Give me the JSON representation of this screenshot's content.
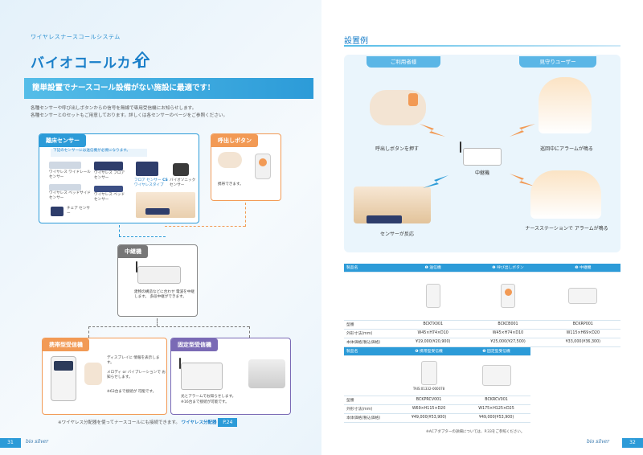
{
  "left": {
    "series": "ワイヤレスナースコールシステム",
    "title": "バイオコールカイ",
    "banner": "簡単設置でナースコール設備がない施設に最適です!",
    "desc1": "各種センサーや呼び出しボタンからの信号を無線で専用受信機にお知らせします。",
    "desc2": "各種センサーとのセットもご用意しております。詳しくは各センサーのページをご参照ください。",
    "sensor": {
      "header": "離床センサー",
      "note": "下記のセンサーには送信機が必要になります。",
      "items": [
        "ワイヤレス ワイドレールセンサー",
        "ワイヤレス フロアセンサー",
        "ワイヤレス ベッドサイドセンサー",
        "ワイヤレス ベッドセンサー",
        "チェア センサー"
      ],
      "floor_label": "フロア センサー",
      "floor_cs": "CS",
      "floor_sub": "ワイヤレスタイプ",
      "bio_label": "バイオソニック センサー"
    },
    "button": {
      "header": "呼出しボタン",
      "caption": "携帯できます。"
    },
    "relay": {
      "header": "中継機",
      "caption": "建物の構造などに合わせ 電波を中継します。 多段中継ができます。"
    },
    "mobile": {
      "header": "携帯型受信機",
      "caption1": "ディスプレイに 情報を表示します。",
      "caption2": "メロディ or バイブレーションで お知らせします。",
      "caption3": "※63台まで接続が 可能です。"
    },
    "fixed": {
      "header": "固定型受信機",
      "caption1": "光とアラームでお知らせします。",
      "caption2": "※16台まで接続が可能です。"
    },
    "footnote": "※ワイヤレス分配器を使ってナースコールにも接続できます。",
    "footlink": "ワイヤレス分配器",
    "footpage": "P.24",
    "page": "31",
    "brand": "bio silver"
  },
  "right": {
    "title": "設置例",
    "roles": {
      "patient": "ご利用者様",
      "watcher": "見守りユーザー"
    },
    "captions": {
      "press": "呼出しボタンを押す",
      "relay": "中継機",
      "sensor": "センサーが反応",
      "rounds": "巡回中にアラームが鳴る",
      "station": "ナースステーションで アラームが鳴る"
    },
    "table1": {
      "headers": [
        "製品名",
        "❶ 送信機",
        "❷ 呼び出しボタン",
        "❸ 中継機"
      ],
      "rows": [
        [
          "型番",
          "BCKTX001",
          "BCKCB001",
          "BCKRP001"
        ],
        [
          "外形寸法(mm)",
          "W45×H74×D10",
          "W45×H74×D10",
          "W115×H69×D20"
        ],
        [
          "本体価格(税込価格)",
          "¥19,000(¥20,900)",
          "¥25,000(¥27,500)",
          "¥33,000(¥36,300)"
        ]
      ]
    },
    "table2": {
      "headers": [
        "製品名",
        "❹ 携帯型受信機",
        "❺ 固定型受信機"
      ],
      "tais": "TAIS:01332-000078",
      "rows": [
        [
          "型番",
          "BCKPRCV001",
          "BCKRCV001"
        ],
        [
          "外形寸法(mm)",
          "W69×H115×D20",
          "W175×H125×D25"
        ],
        [
          "本体価格(税込価格)",
          "¥49,000(¥53,900)",
          "¥49,000(¥53,900)"
        ]
      ]
    },
    "note": "※ACアダプターの詳細については、P.33をご参照ください。",
    "page": "32",
    "brand": "bio silver"
  }
}
